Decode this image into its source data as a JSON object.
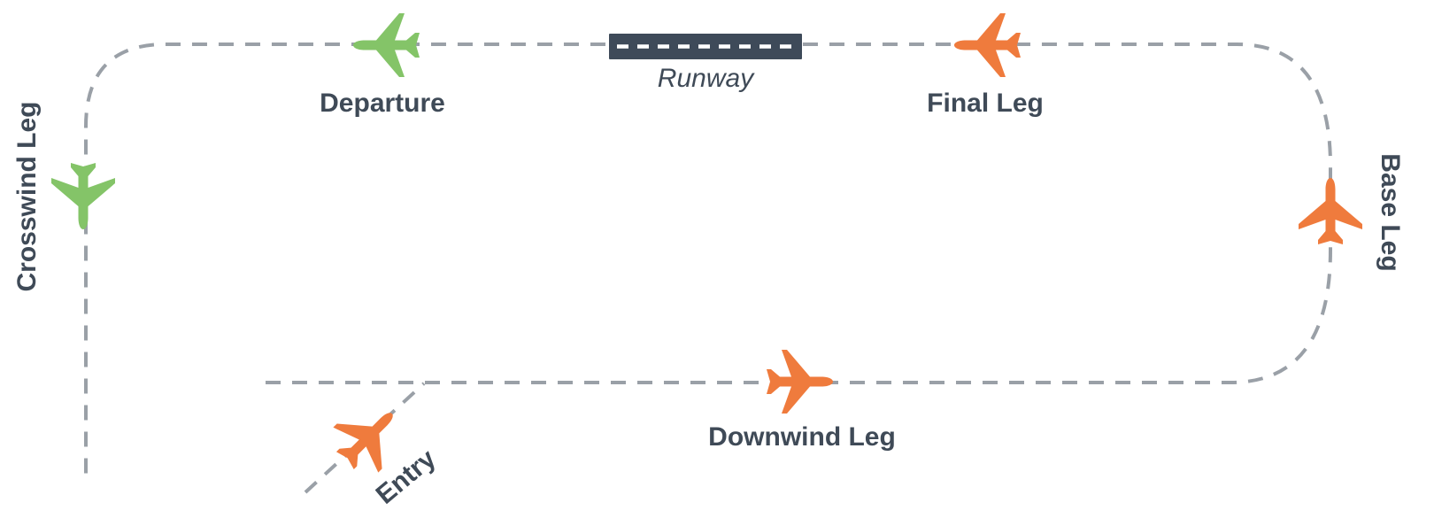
{
  "diagram": {
    "type": "airport-traffic-pattern",
    "background_color": "#ffffff",
    "path_color": "#9aa0a7",
    "label_color": "#3f4a57",
    "runway": {
      "label": "Runway",
      "surface_color": "#3e4a59",
      "centerline_color": "#ffffff"
    },
    "legs": [
      {
        "id": "departure",
        "label": "Departure",
        "plane_icon": "airplane-icon",
        "plane_color": "#84c468",
        "plane_heading": "left"
      },
      {
        "id": "crosswind",
        "label": "Crosswind Leg",
        "plane_icon": "airplane-icon",
        "plane_color": "#84c468",
        "plane_heading": "down"
      },
      {
        "id": "final",
        "label": "Final Leg",
        "plane_icon": "airplane-icon",
        "plane_color": "#ef7b3d",
        "plane_heading": "left"
      },
      {
        "id": "base",
        "label": "Base Leg",
        "plane_icon": "airplane-icon",
        "plane_color": "#ef7b3d",
        "plane_heading": "up"
      },
      {
        "id": "downwind",
        "label": "Downwind Leg",
        "plane_icon": "airplane-icon",
        "plane_color": "#ef7b3d",
        "plane_heading": "right"
      },
      {
        "id": "entry",
        "label": "Entry",
        "plane_icon": "airplane-icon",
        "plane_color": "#ef7b3d",
        "plane_heading": "up-right"
      }
    ]
  }
}
